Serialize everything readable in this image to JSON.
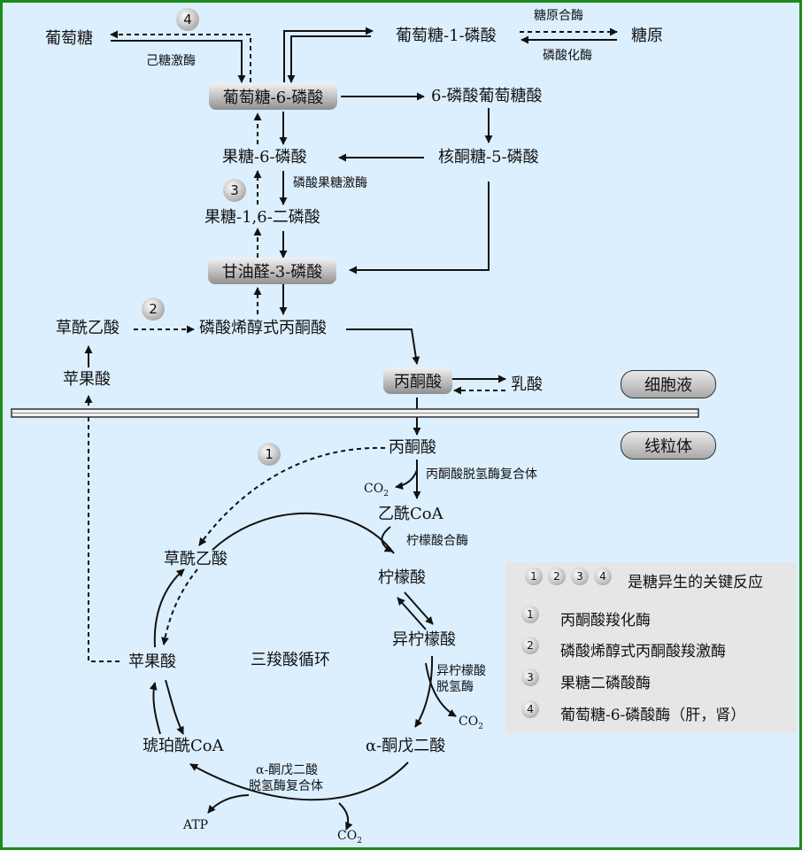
{
  "nodes": {
    "glucose": "葡萄糖",
    "g6p": "葡萄糖-6-磷酸",
    "g1p": "葡萄糖-1-磷酸",
    "glycogen": "糖原",
    "pg6": "6-磷酸葡萄糖酸",
    "ribulose5p": "核酮糖-5-磷酸",
    "f6p": "果糖-6-磷酸",
    "f16bp": "果糖-1,6-二磷酸",
    "g3p": "甘油醛-3-磷酸",
    "oaa_cyto": "草酰乙酸",
    "pep": "磷酸烯醇式丙酮酸",
    "malate_cyto": "苹果酸",
    "pyruvate_cyto": "丙酮酸",
    "lactate": "乳酸",
    "pyruvate_mito": "丙酮酸",
    "acetyl_coa": "乙酰CoA",
    "citrate": "柠檬酸",
    "isocitrate": "异柠檬酸",
    "akg": "α-酮戊二酸",
    "succinyl_coa": "琥珀酰CoA",
    "malate_mito": "苹果酸",
    "oaa_mito": "草酰乙酸",
    "tca": "三羧酸循环"
  },
  "enzymes": {
    "hexokinase": "己糖激酶",
    "glycogen_synthase": "糖原合酶",
    "phosphorylase": "磷酸化酶",
    "pfk": "磷酸果糖激酶",
    "pdh": "丙酮酸脱氢酶复合体",
    "citrate_synthase": "柠檬酸合酶",
    "idh_line1": "异柠檬酸",
    "idh_line2": "脱氢酶",
    "akgdh_line1": "α-酮戊二酸",
    "akgdh_line2": "脱氢酶复合体"
  },
  "byproducts": {
    "co2": "CO",
    "co2_sub": "2",
    "atp": "ATP"
  },
  "compartments": {
    "cytosol": "细胞液",
    "mitochondria": "线粒体"
  },
  "markers": {
    "m1": "1",
    "m2": "2",
    "m3": "3",
    "m4": "4"
  },
  "legend": {
    "header_nums": [
      "1",
      "2",
      "3",
      "4"
    ],
    "header_text": "是糖异生的关键反应",
    "items": [
      {
        "num": "1",
        "text": "丙酮酸羧化酶"
      },
      {
        "num": "2",
        "text": "磷酸烯醇式丙酮酸羧激酶"
      },
      {
        "num": "3",
        "text": "果糖二磷酸酶"
      },
      {
        "num": "4",
        "text": "葡萄糖-6-磷酸酶（肝，肾）"
      }
    ]
  },
  "colors": {
    "background": "#dcefff",
    "border": "#1c8a1c",
    "legend_bg": "#e6e6e6",
    "line": "#111111"
  }
}
